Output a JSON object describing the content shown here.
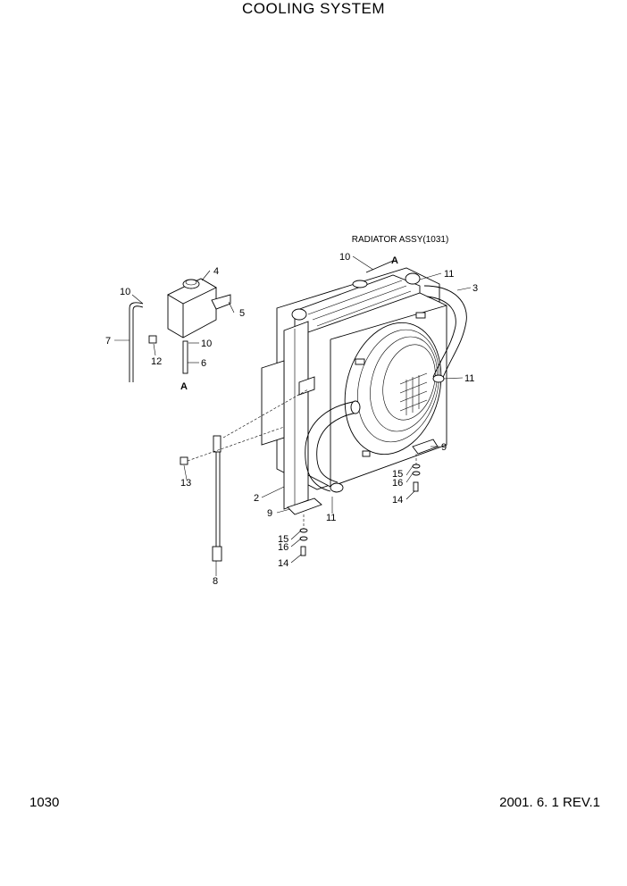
{
  "page": {
    "title": "COOLING SYSTEM",
    "page_number": "1030",
    "revision": "2001. 6. 1 REV.1"
  },
  "diagram": {
    "assembly_label": "RADIATOR ASSY(1031)",
    "callouts": [
      {
        "id": "c4",
        "text": "4"
      },
      {
        "id": "c10a",
        "text": "10"
      },
      {
        "id": "c5",
        "text": "5"
      },
      {
        "id": "c7",
        "text": "7"
      },
      {
        "id": "c12",
        "text": "12"
      },
      {
        "id": "c10b",
        "text": "10"
      },
      {
        "id": "c6",
        "text": "6"
      },
      {
        "id": "cA1",
        "text": "A"
      },
      {
        "id": "c10c",
        "text": "10"
      },
      {
        "id": "cA2",
        "text": "A"
      },
      {
        "id": "c11a",
        "text": "11"
      },
      {
        "id": "c3",
        "text": "3"
      },
      {
        "id": "c11b",
        "text": "11"
      },
      {
        "id": "c9a",
        "text": "9"
      },
      {
        "id": "c15a",
        "text": "15"
      },
      {
        "id": "c16a",
        "text": "16"
      },
      {
        "id": "c14a",
        "text": "14"
      },
      {
        "id": "c13",
        "text": "13"
      },
      {
        "id": "c2",
        "text": "2"
      },
      {
        "id": "c9b",
        "text": "9"
      },
      {
        "id": "c11c",
        "text": "11"
      },
      {
        "id": "c15b",
        "text": "15"
      },
      {
        "id": "c16b",
        "text": "16"
      },
      {
        "id": "c14b",
        "text": "14"
      },
      {
        "id": "c8",
        "text": "8"
      }
    ]
  }
}
